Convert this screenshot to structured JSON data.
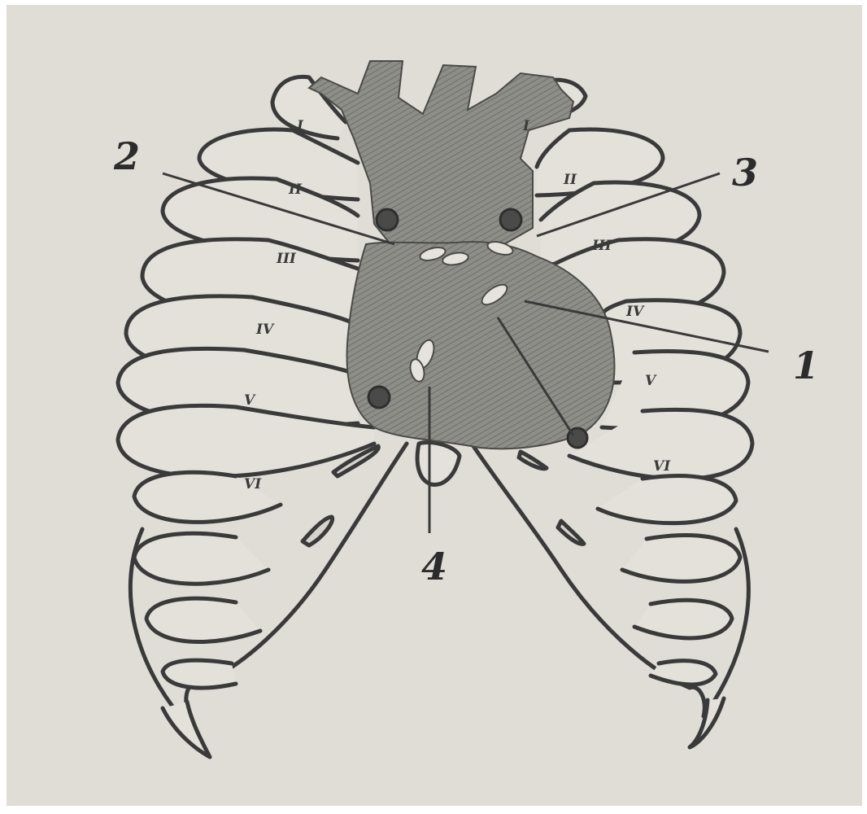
{
  "colors": {
    "paper": "#e0ddd7",
    "ink": "#3a3a3a",
    "heart": "#8b8b86",
    "valve_dot": "#4a4a4a"
  },
  "callouts": [
    "1",
    "2",
    "3",
    "4"
  ],
  "rib_labels": {
    "left": [
      "I",
      "II",
      "III",
      "IV",
      "V",
      "VI"
    ],
    "right": [
      "I",
      "II",
      "III",
      "IV",
      "V",
      "VI"
    ]
  }
}
